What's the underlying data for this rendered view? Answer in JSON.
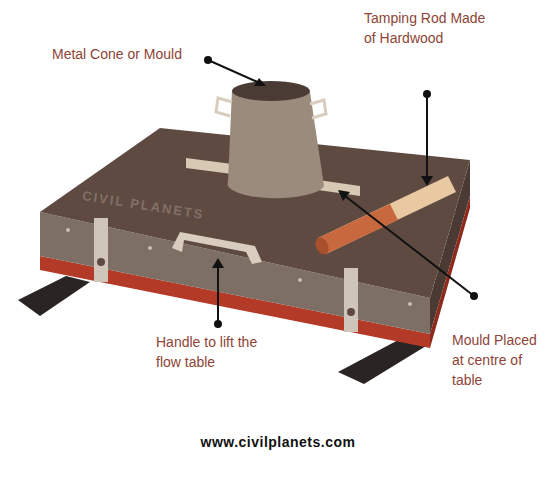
{
  "diagram": {
    "labels": [
      "Metal Cone or Mould",
      "Tamping Rod Made of Hardwood",
      "Handle to lift the flow table",
      "Mould Placed at centre of table",
      "CIVIL PLANETS",
      "www.civilplanets.com"
    ]
  }
}
